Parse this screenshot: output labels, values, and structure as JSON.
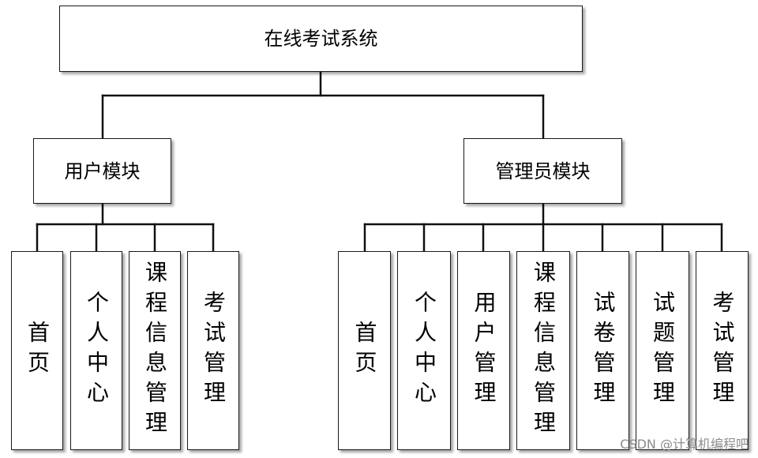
{
  "root": {
    "label": "在线考试系统"
  },
  "modules": [
    {
      "label": "用户模块",
      "children": [
        "首页",
        "个人中心",
        "课程信息管理",
        "考试管理"
      ]
    },
    {
      "label": "管理员模块",
      "children": [
        "首页",
        "个人中心",
        "用户管理",
        "课程信息管理",
        "试卷管理",
        "试题管理",
        "考试管理"
      ]
    }
  ],
  "watermark": "CSDN @计算机编程吧",
  "colors": {
    "line": "#111111",
    "box_border": "#1a1a1a",
    "watermark": "#8c8c8c"
  }
}
